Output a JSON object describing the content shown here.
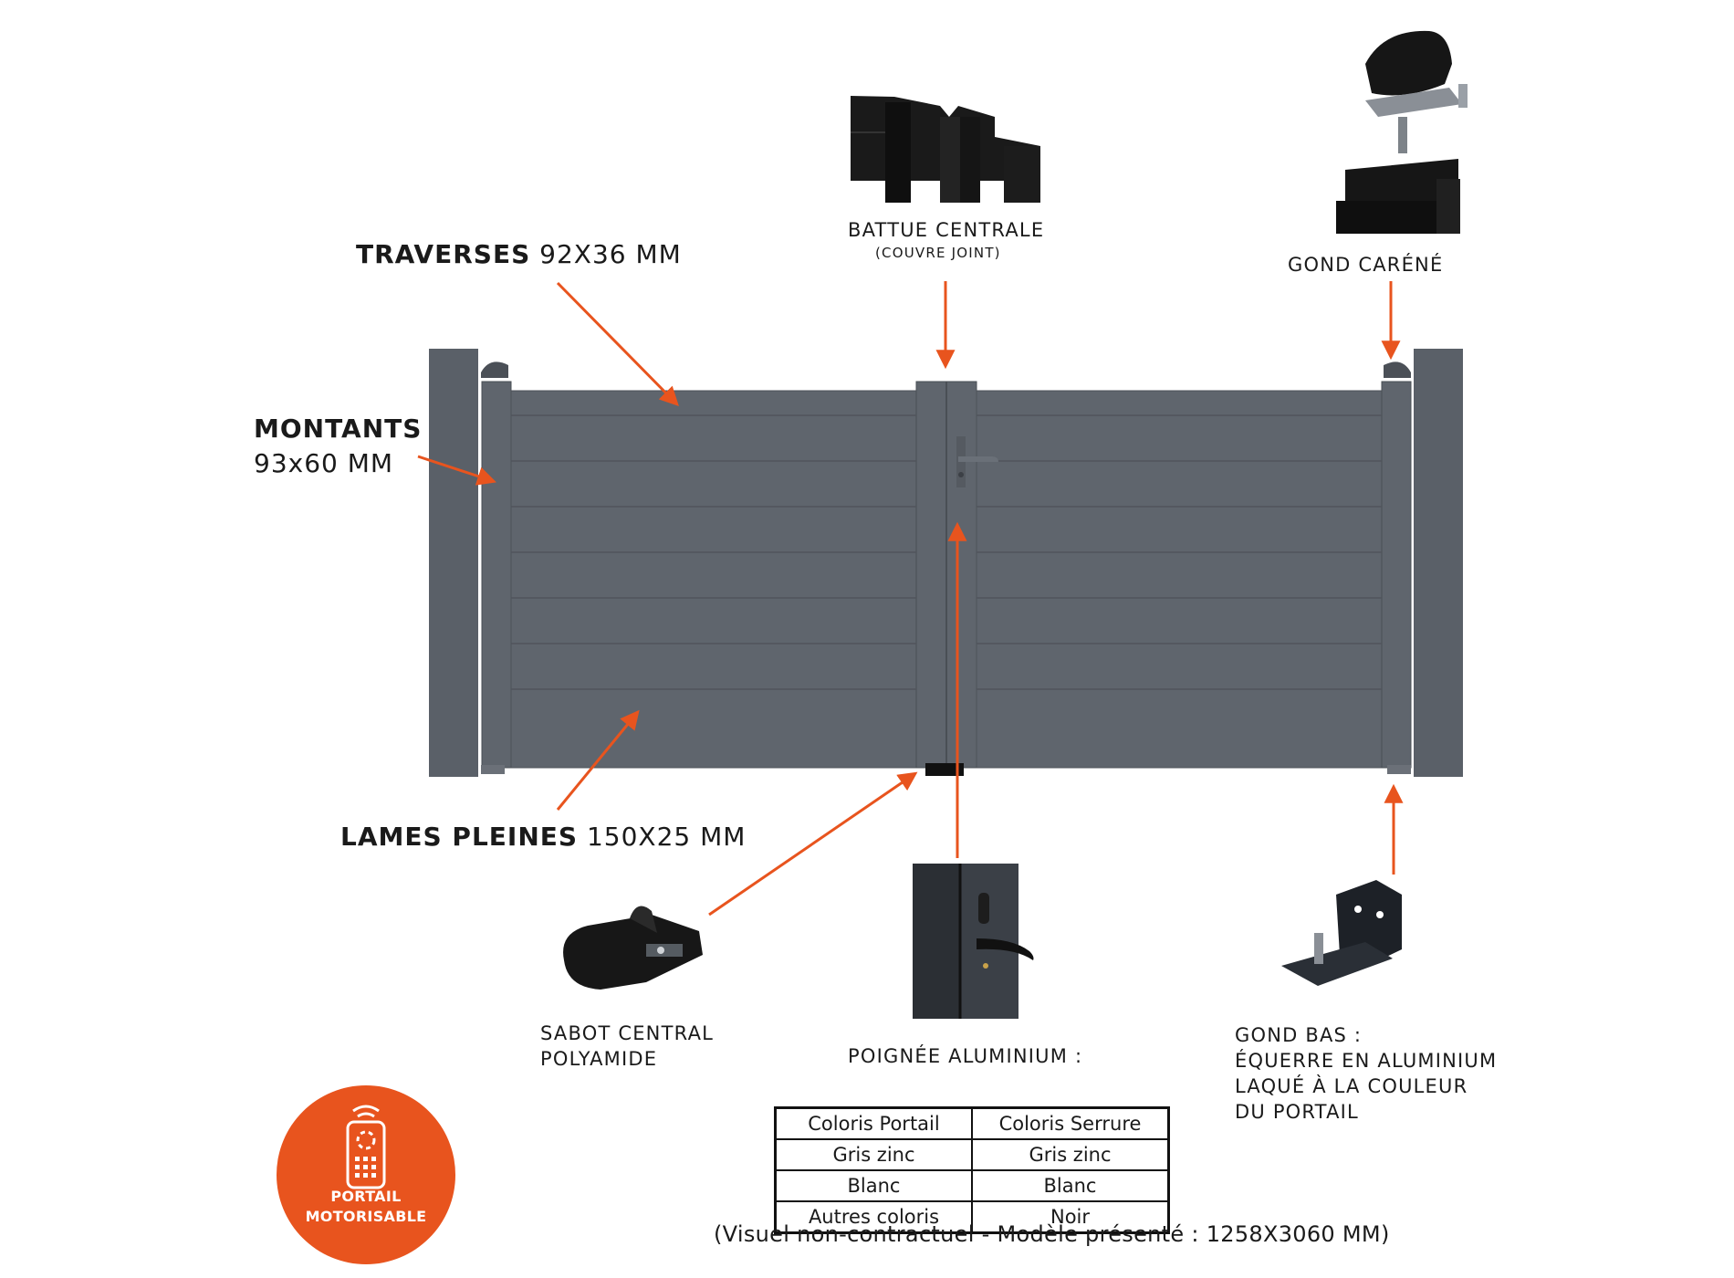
{
  "labels": {
    "traverses": {
      "bold": "TRAVERSES",
      "rest": " 92X36 MM"
    },
    "montants": {
      "bold": "MONTANTS",
      "rest": "93x60 MM"
    },
    "lames": {
      "bold": "LAMES PLEINES",
      "rest": " 150X25 MM"
    },
    "battue": {
      "title": "BATTUE CENTRALE",
      "sub": "(COUVRE JOINT)"
    },
    "gond_carene": "GOND CARÉNÉ",
    "sabot": [
      "SABOT CENTRAL",
      "POLYAMIDE"
    ],
    "poignee": "POIGNÉE ALUMINIUM :",
    "gond_bas": [
      "GOND BAS :",
      "ÉQUERRE EN ALUMINIUM",
      "LAQUÉ À LA COULEUR",
      "DU PORTAIL"
    ]
  },
  "colors_table": {
    "headers": [
      "Coloris Portail",
      "Coloris Serrure"
    ],
    "rows": [
      [
        "Gris zinc",
        "Gris zinc"
      ],
      [
        "Blanc",
        "Blanc"
      ],
      [
        "Autres coloris",
        "Noir"
      ]
    ]
  },
  "badge": {
    "line1": "PORTAIL",
    "line2": "MOTORISABLE",
    "icon": "remote-control-icon"
  },
  "footnote": "(Visuel non-contractuel - Modèle présenté : 1258X3060 MM)",
  "colors": {
    "accent": "#e8541e",
    "gate": "#5d636a",
    "gate_dark": "#4b5057"
  }
}
